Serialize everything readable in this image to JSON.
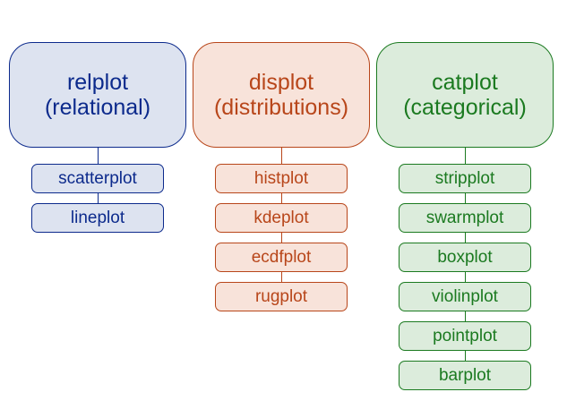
{
  "groups": [
    {
      "id": "relplot",
      "title": "relplot",
      "subtitle": "(relational)",
      "colors": {
        "text": "#0c2a8c",
        "border": "#0c2a8c",
        "fill": "#dde3f0"
      },
      "children": [
        "scatterplot",
        "lineplot"
      ]
    },
    {
      "id": "displot",
      "title": "displot",
      "subtitle": "(distributions)",
      "colors": {
        "text": "#b8461a",
        "border": "#b8461a",
        "fill": "#f8e3da"
      },
      "children": [
        "histplot",
        "kdeplot",
        "ecdfplot",
        "rugplot"
      ]
    },
    {
      "id": "catplot",
      "title": "catplot",
      "subtitle": "(categorical)",
      "colors": {
        "text": "#1b7a20",
        "border": "#1b7a20",
        "fill": "#dcecdc"
      },
      "children": [
        "stripplot",
        "swarmplot",
        "boxplot",
        "violinplot",
        "pointplot",
        "barplot"
      ]
    }
  ]
}
